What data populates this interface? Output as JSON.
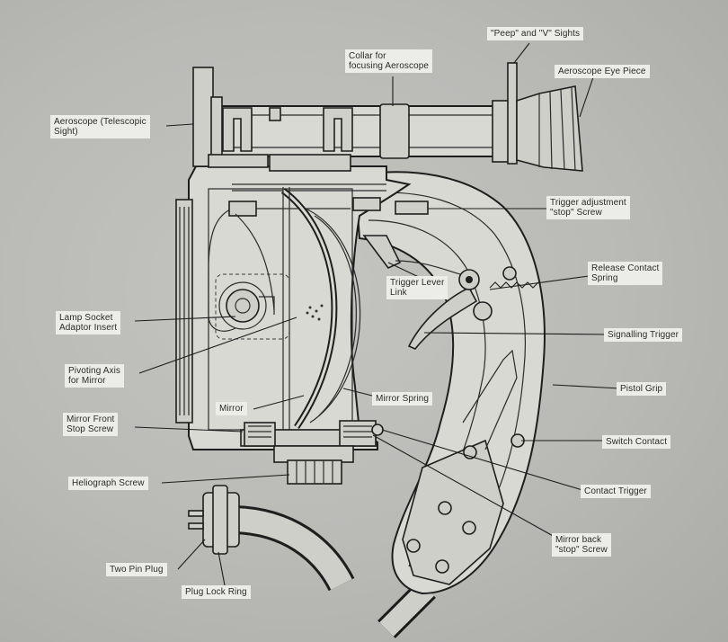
{
  "labels": {
    "peep_v_sights": "\"Peep\" and \"V\" Sights",
    "collar": "Collar for\nfocusing Aeroscope",
    "eye_piece": "Aeroscope Eye Piece",
    "aeroscope": "Aeroscope (Telescopic\nSight)",
    "trigger_adjust": "Trigger adjustment\n\"stop\" Screw",
    "release_spring": "Release Contact\nSpring",
    "trigger_link": "Trigger Lever\nLink",
    "lamp_socket": "Lamp Socket\nAdaptor Insert",
    "signalling_trigger": "Signalling Trigger",
    "pivoting_axis": "Pivoting Axis\nfor Mirror",
    "pistol_grip": "Pistol Grip",
    "mirror": "Mirror",
    "mirror_spring": "Mirror Spring",
    "mirror_front": "Mirror Front\nStop Screw",
    "switch_contact": "Switch Contact",
    "heliograph": "Heliograph Screw",
    "contact_trigger": "Contact Trigger",
    "mirror_back": "Mirror back\n\"stop\" Screw",
    "two_pin": "Two Pin Plug",
    "plug_lock": "Plug Lock Ring"
  }
}
